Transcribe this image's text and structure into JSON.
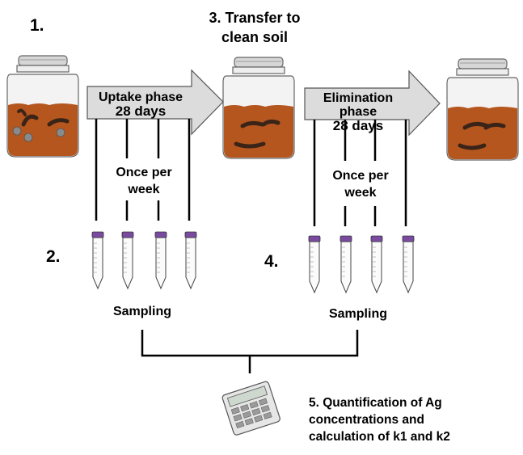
{
  "steps": {
    "one": "1.",
    "two": "2.",
    "three": "3. Transfer to",
    "three_line2": "clean soil",
    "four": "4.",
    "five_line1": "5. Quantification of Ag",
    "five_line2": "concentrations and",
    "five_line3": "calculation of k1 and k2"
  },
  "uptake": {
    "title": "Uptake phase",
    "duration": "28 days",
    "frequency_line1": "Once per",
    "frequency_line2": "week",
    "sampling": "Sampling"
  },
  "elimination": {
    "title": "Elimination phase",
    "duration": "28 days",
    "frequency_line1": "Once per",
    "frequency_line2": "week",
    "sampling": "Sampling"
  },
  "colors": {
    "soil": "#b5561e",
    "jar_glass": "#f2f2f2",
    "jar_lid": "#cfcfcf",
    "arrow_fill": "#dcdcdc",
    "worm": "#3a2418",
    "pellet": "#8a8a8a",
    "tube_cap": "#7a4aa0"
  }
}
